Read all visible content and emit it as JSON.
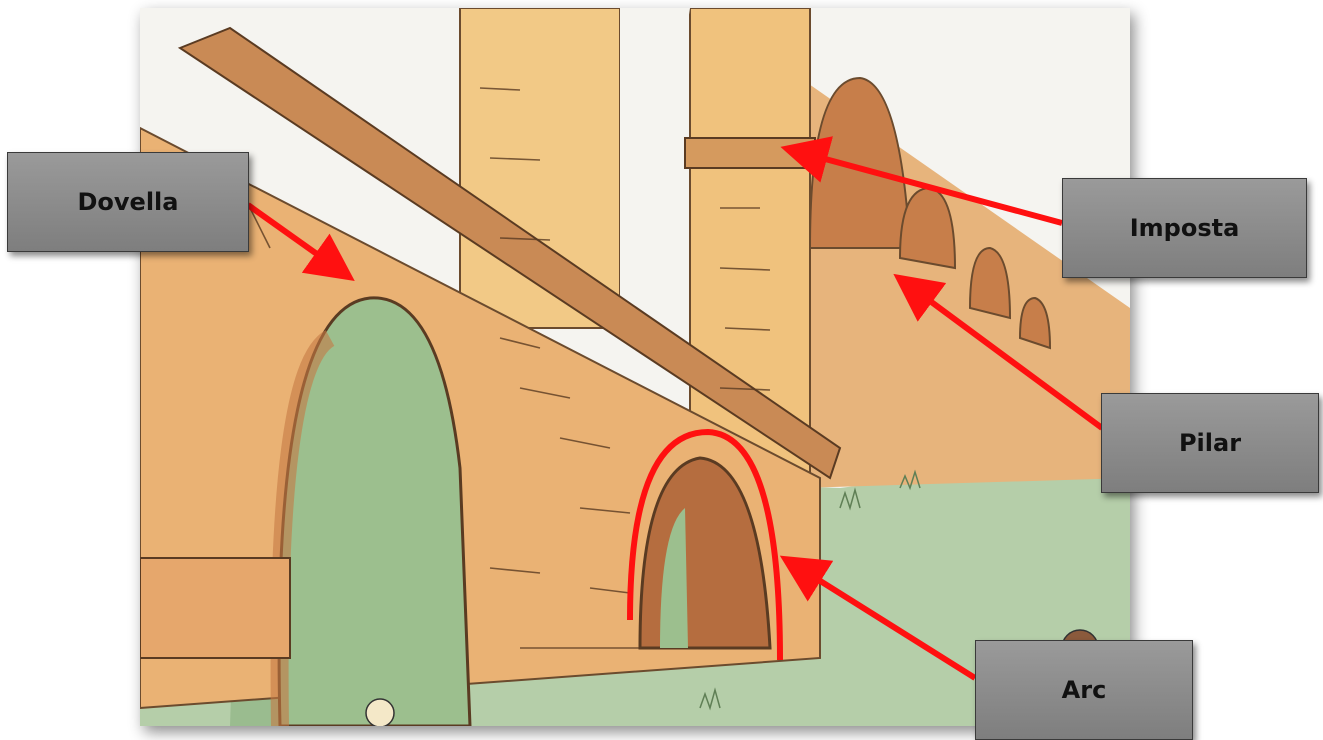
{
  "labels": {
    "dovella": "Dovella",
    "imposta": "Imposta",
    "pilar": "Pilar",
    "arc": "Arc"
  },
  "colors": {
    "annotation": "#ff1010",
    "label_bg": "#8a8a8a",
    "stone": "#e0a060",
    "grass": "#9cbf8e"
  }
}
